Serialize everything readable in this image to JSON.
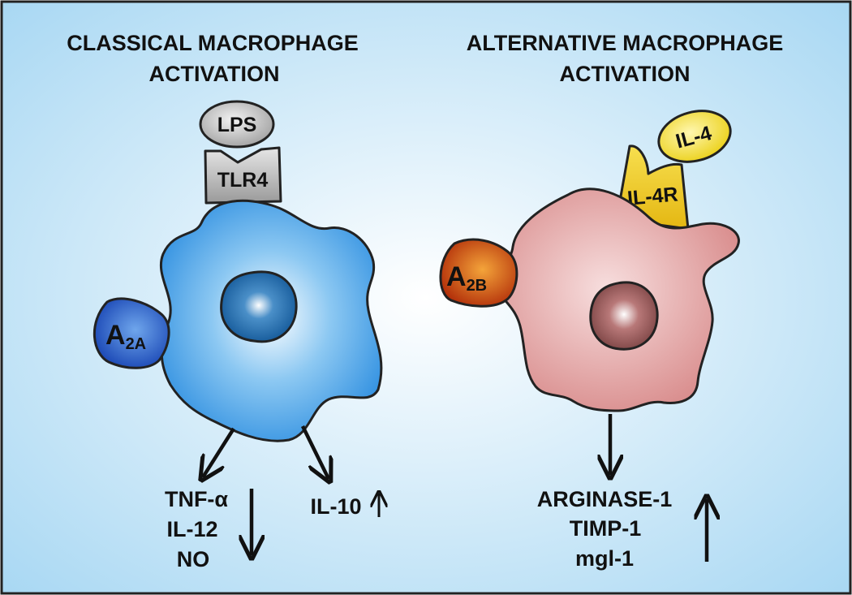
{
  "left_panel": {
    "title_line1": "CLASSICAL MACROPHAGE",
    "title_line2": "ACTIVATION",
    "ligand_label": "LPS",
    "receptor_label": "TLR4",
    "adenosine_receptor": {
      "base": "A",
      "subscript": "2A"
    },
    "outputs_down": [
      "TNF-α",
      "IL-12",
      "NO"
    ],
    "output_up": "IL-10"
  },
  "right_panel": {
    "title_line1": "ALTERNATIVE MACROPHAGE",
    "title_line2": "ACTIVATION",
    "ligand_label": "IL-4",
    "receptor_label": "IL-4R",
    "adenosine_receptor": {
      "base": "A",
      "subscript": "2B"
    },
    "outputs_up": [
      "ARGINASE-1",
      "TIMP-1",
      "mgl-1"
    ]
  },
  "colors": {
    "background_center": "#ffffff",
    "background_edge": "#a9d8f3",
    "classical_cell": "#3d9be6",
    "alternative_cell": "#e4a5a5",
    "a2a_receptor": "#1e56c2",
    "a2b_receptor": "#c8410d",
    "lps": "#bdbdbd",
    "tlr4": "#a9a9a9",
    "il4": "#f4de4a",
    "il4r": "#edc823"
  }
}
